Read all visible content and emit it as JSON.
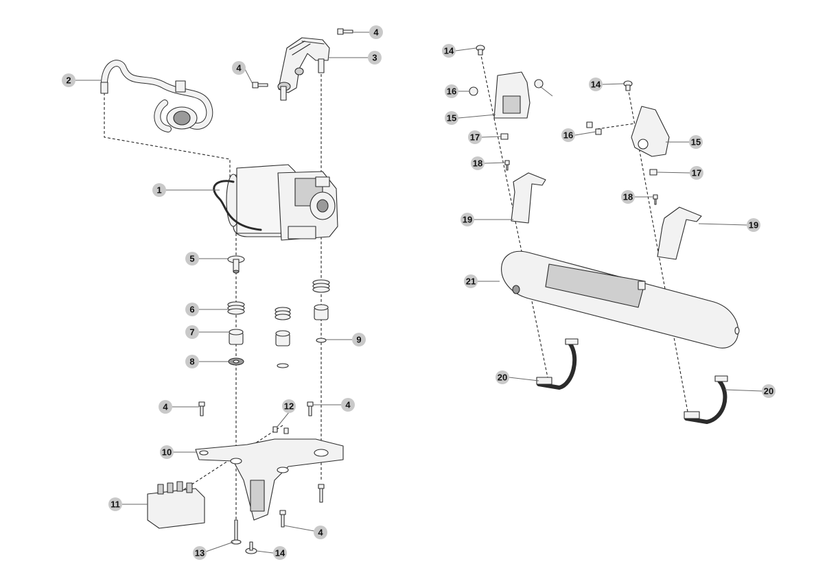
{
  "callouts": [
    {
      "id": "c-1",
      "label": "1"
    },
    {
      "id": "c-2",
      "label": "2"
    },
    {
      "id": "c-3",
      "label": "3"
    },
    {
      "id": "c-4a",
      "label": "4"
    },
    {
      "id": "c-4b",
      "label": "4"
    },
    {
      "id": "c-4c",
      "label": "4"
    },
    {
      "id": "c-4d",
      "label": "4"
    },
    {
      "id": "c-4e",
      "label": "4"
    },
    {
      "id": "c-5",
      "label": "5"
    },
    {
      "id": "c-6",
      "label": "6"
    },
    {
      "id": "c-7",
      "label": "7"
    },
    {
      "id": "c-8",
      "label": "8"
    },
    {
      "id": "c-9",
      "label": "9"
    },
    {
      "id": "c-10",
      "label": "10"
    },
    {
      "id": "c-11",
      "label": "11"
    },
    {
      "id": "c-12",
      "label": "12"
    },
    {
      "id": "c-13",
      "label": "13"
    },
    {
      "id": "c-14a",
      "label": "14"
    },
    {
      "id": "c-14b",
      "label": "14"
    },
    {
      "id": "c-14c",
      "label": "14"
    },
    {
      "id": "c-15a",
      "label": "15"
    },
    {
      "id": "c-15b",
      "label": "15"
    },
    {
      "id": "c-16a",
      "label": "16"
    },
    {
      "id": "c-16b",
      "label": "16"
    },
    {
      "id": "c-17a",
      "label": "17"
    },
    {
      "id": "c-17b",
      "label": "17"
    },
    {
      "id": "c-18a",
      "label": "18"
    },
    {
      "id": "c-18b",
      "label": "18"
    },
    {
      "id": "c-19a",
      "label": "19"
    },
    {
      "id": "c-19b",
      "label": "19"
    },
    {
      "id": "c-20a",
      "label": "20"
    },
    {
      "id": "c-20b",
      "label": "20"
    },
    {
      "id": "c-21",
      "label": "21"
    }
  ],
  "colors": {
    "callout_fill": "#c9c9c9",
    "line": "#2b2b2b",
    "part_fill": "#f2f2f2"
  }
}
